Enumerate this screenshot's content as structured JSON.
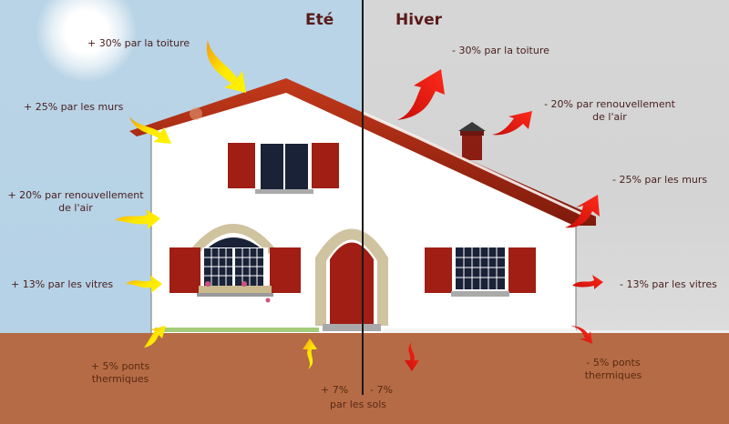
{
  "seasons": {
    "summer": {
      "title": "Eté"
    },
    "winter": {
      "title": "Hiver"
    }
  },
  "summer_labels": {
    "roof": "+ 30% par la toiture",
    "walls": "+ 25% par les murs",
    "air_line1": "+ 20% par renouvellement",
    "air_line2": "de l'air",
    "windows": "+ 13% par les vitres",
    "bridges_line1": "+ 5% ponts",
    "bridges_line2": "thermiques",
    "floor": "+ 7%"
  },
  "winter_labels": {
    "roof": "- 30% par la toiture",
    "air_line1": "- 20% par renouvellement",
    "air_line2": "de l'air",
    "walls": "- 25% par les murs",
    "windows": "- 13% par les vitres",
    "bridges_line1": "- 5% ponts",
    "bridges_line2": "thermiques",
    "floor": "- 7%"
  },
  "shared_labels": {
    "floor_caption": "par les sols"
  },
  "colors": {
    "summer_sky": "#b9d4e6",
    "winter_sky": "#d6d6d6",
    "ground": "#b56b45",
    "roof": "#a5260f",
    "shutters": "#a01e14",
    "summer_arrow": "#ffe000",
    "winter_arrow": "#ee1a12",
    "label_text": "#4a2020"
  }
}
